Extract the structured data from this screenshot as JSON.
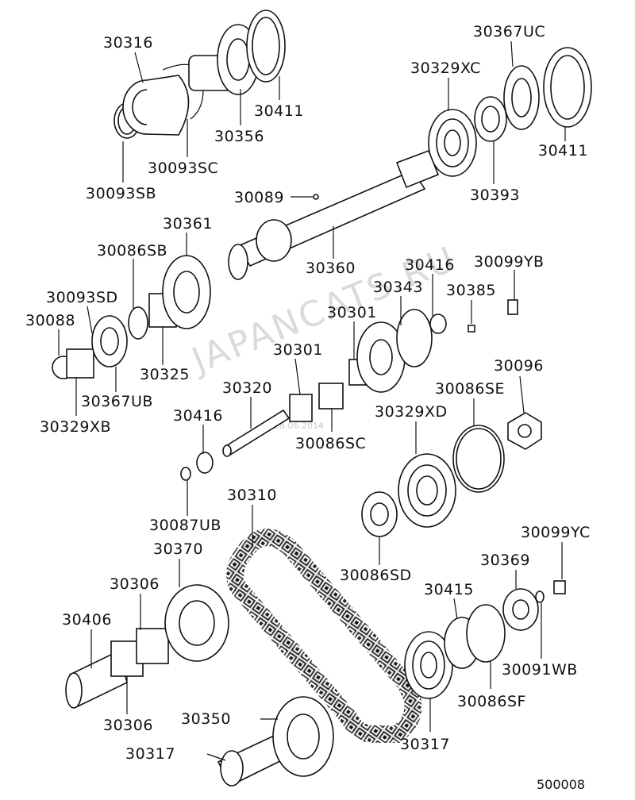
{
  "diagram": {
    "code": "500008",
    "watermark": "JAPANCATS.RU",
    "watermark_date": "28.06.2014"
  },
  "labels": [
    {
      "id": "30316",
      "text": "30316"
    },
    {
      "id": "30093SB",
      "text": "30093SB"
    },
    {
      "id": "30093SC",
      "text": "30093SC"
    },
    {
      "id": "30356",
      "text": "30356"
    },
    {
      "id": "30411a",
      "text": "30411"
    },
    {
      "id": "30367UC",
      "text": "30367UC"
    },
    {
      "id": "30329XC",
      "text": "30329XC"
    },
    {
      "id": "30411b",
      "text": "30411"
    },
    {
      "id": "30393",
      "text": "30393"
    },
    {
      "id": "30089",
      "text": "30089"
    },
    {
      "id": "30361",
      "text": "30361"
    },
    {
      "id": "30086SB",
      "text": "30086SB"
    },
    {
      "id": "30360",
      "text": "30360"
    },
    {
      "id": "30416a",
      "text": "30416"
    },
    {
      "id": "30099YB",
      "text": "30099YB"
    },
    {
      "id": "30093SD",
      "text": "30093SD"
    },
    {
      "id": "30343",
      "text": "30343"
    },
    {
      "id": "30385",
      "text": "30385"
    },
    {
      "id": "30088",
      "text": "30088"
    },
    {
      "id": "30301a",
      "text": "30301"
    },
    {
      "id": "30325",
      "text": "30325"
    },
    {
      "id": "30301b",
      "text": "30301"
    },
    {
      "id": "30096",
      "text": "30096"
    },
    {
      "id": "30367UB",
      "text": "30367UB"
    },
    {
      "id": "30320",
      "text": "30320"
    },
    {
      "id": "30086SE",
      "text": "30086SE"
    },
    {
      "id": "30329XB",
      "text": "30329XB"
    },
    {
      "id": "30416b",
      "text": "30416"
    },
    {
      "id": "30329XD",
      "text": "30329XD"
    },
    {
      "id": "30086SC",
      "text": "30086SC"
    },
    {
      "id": "30310",
      "text": "30310"
    },
    {
      "id": "30087UB",
      "text": "30087UB"
    },
    {
      "id": "30099YC",
      "text": "30099YC"
    },
    {
      "id": "30370",
      "text": "30370"
    },
    {
      "id": "30086SD",
      "text": "30086SD"
    },
    {
      "id": "30369",
      "text": "30369"
    },
    {
      "id": "30306a",
      "text": "30306"
    },
    {
      "id": "30415",
      "text": "30415"
    },
    {
      "id": "30406",
      "text": "30406"
    },
    {
      "id": "30091WB",
      "text": "30091WB"
    },
    {
      "id": "30086SF",
      "text": "30086SF"
    },
    {
      "id": "30306b",
      "text": "30306"
    },
    {
      "id": "30350",
      "text": "30350"
    },
    {
      "id": "30317a",
      "text": "30317"
    },
    {
      "id": "30317b",
      "text": "30317"
    }
  ]
}
